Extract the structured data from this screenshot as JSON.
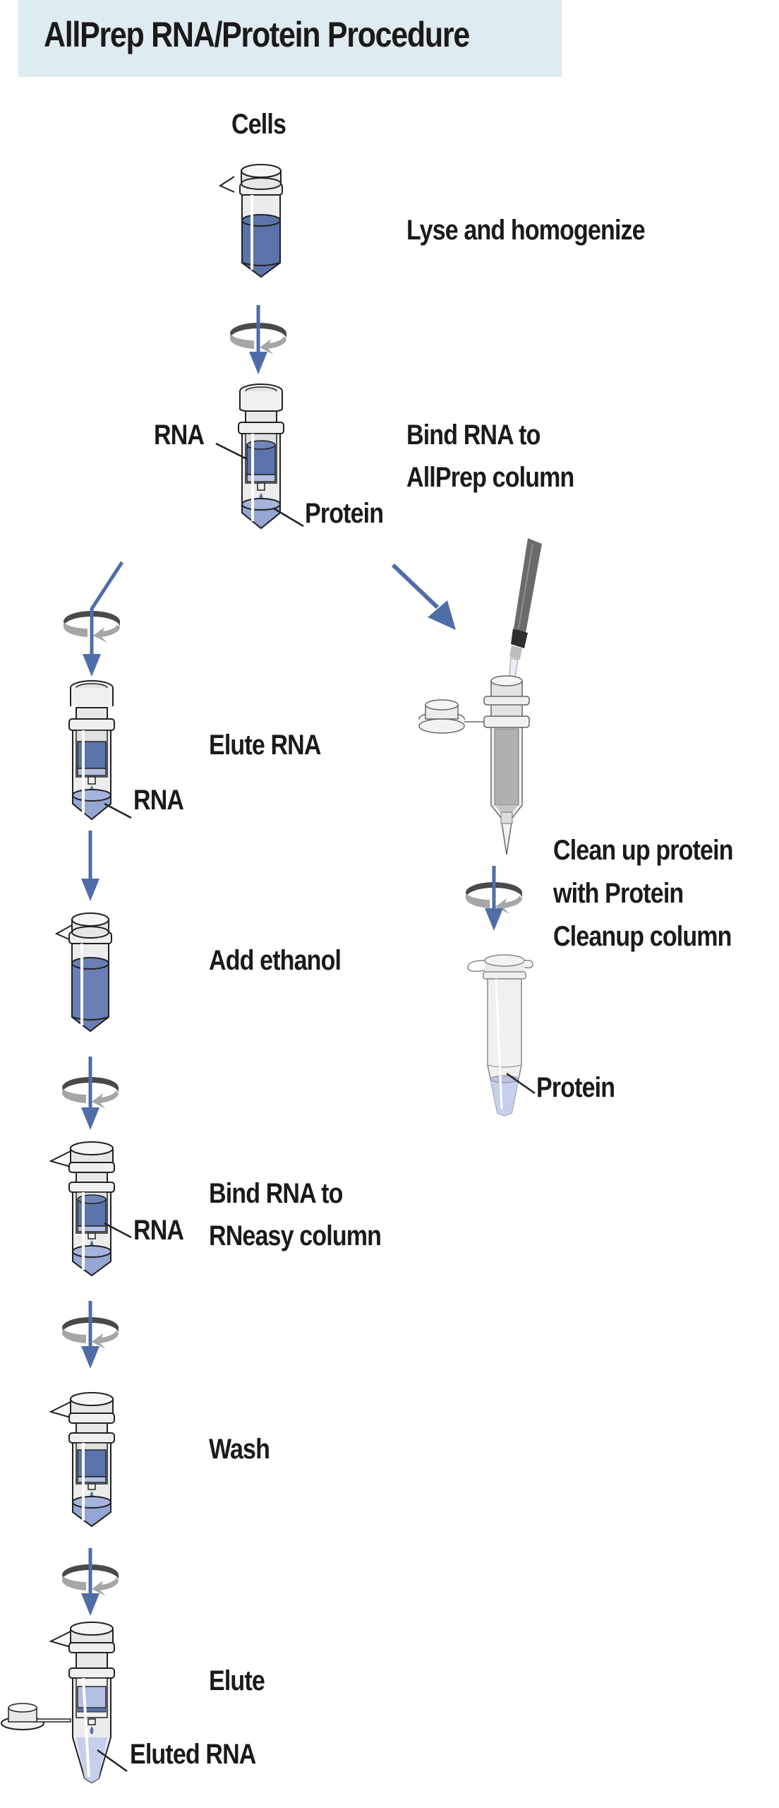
{
  "title": "AllPrep RNA/Protein Procedure",
  "colors": {
    "title_bg": "#deebf1",
    "arrow": "#4f6ea8",
    "liquid_dark": "#5a74ab",
    "liquid_light": "#95a6d4",
    "spin_dark": "#4a4a4e",
    "spin_light": "#a6a6a9"
  },
  "start_label": "Cells",
  "rna_branch": {
    "steps": [
      {
        "label": "Lyse and homogenize"
      },
      {
        "label_line1": "Bind RNA to",
        "label_line2": "AllPrep column",
        "callouts": [
          "RNA",
          "Protein"
        ]
      },
      {
        "label": "Elute RNA",
        "callouts": [
          "RNA"
        ]
      },
      {
        "label": "Add ethanol"
      },
      {
        "label_line1": "Bind RNA to",
        "label_line2": "RNeasy column",
        "callouts": [
          "RNA"
        ]
      },
      {
        "label": "Wash"
      },
      {
        "label": "Elute",
        "callouts": [
          "Eluted RNA"
        ]
      }
    ]
  },
  "protein_branch": {
    "step_line1": "Clean up protein",
    "step_line2": "with Protein",
    "step_line3": "Cleanup column",
    "callout": "Protein"
  },
  "icons": [
    "centrifuge-spin-icon",
    "down-arrow-icon",
    "tube-icon",
    "spin-column-icon",
    "pipette-icon"
  ]
}
